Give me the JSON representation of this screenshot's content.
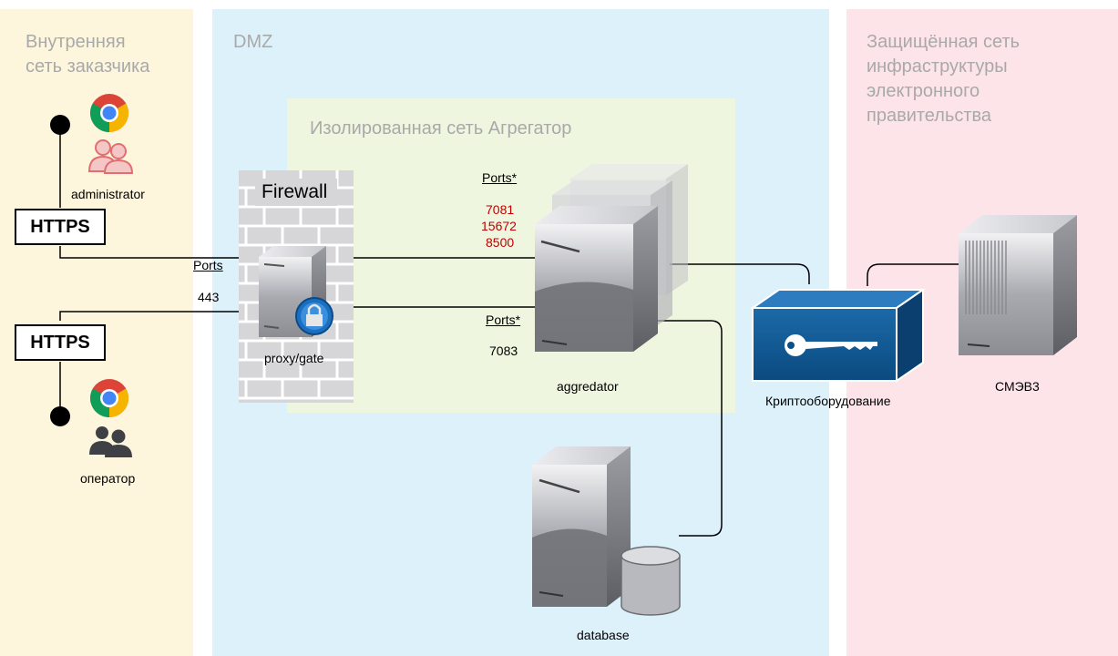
{
  "zones": {
    "internal": {
      "title": "Внутренняя\nсеть заказчика",
      "color": "#fdf6dc"
    },
    "dmz": {
      "title": "DMZ",
      "color": "#ddf1fb"
    },
    "isolated": {
      "title": "Изолированная сеть Агрегатор",
      "color": "#eef6df"
    },
    "protected": {
      "title": "Защищённая сеть\nинфраструктуры\nэлектронного\nправительства",
      "color": "#fde4e8"
    }
  },
  "nodes": {
    "administrator": {
      "label": "administrator",
      "icon": "users-icon-red"
    },
    "operator": {
      "label": "оператор",
      "icon": "users-icon-dark"
    },
    "firewall": {
      "label": "Firewall"
    },
    "proxy": {
      "label": "proxy/gate"
    },
    "aggregator": {
      "label": "aggredator"
    },
    "database": {
      "label": "database"
    },
    "crypto": {
      "label": "Криптооборудование"
    },
    "smev": {
      "label": "СМЭВ3"
    }
  },
  "protocols": {
    "https_top": "HTTPS",
    "https_bottom": "HTTPS"
  },
  "ports": {
    "proxy_header": "Ports",
    "proxy_value": "443",
    "agg_top_header": "Ports*",
    "agg_top_values": [
      "7081",
      "15672",
      "8500"
    ],
    "agg_bottom_header": "Ports*",
    "agg_bottom_value": "7083"
  },
  "colors": {
    "accent_red": "#c00000",
    "crypto_blue": "#0d4f87"
  }
}
